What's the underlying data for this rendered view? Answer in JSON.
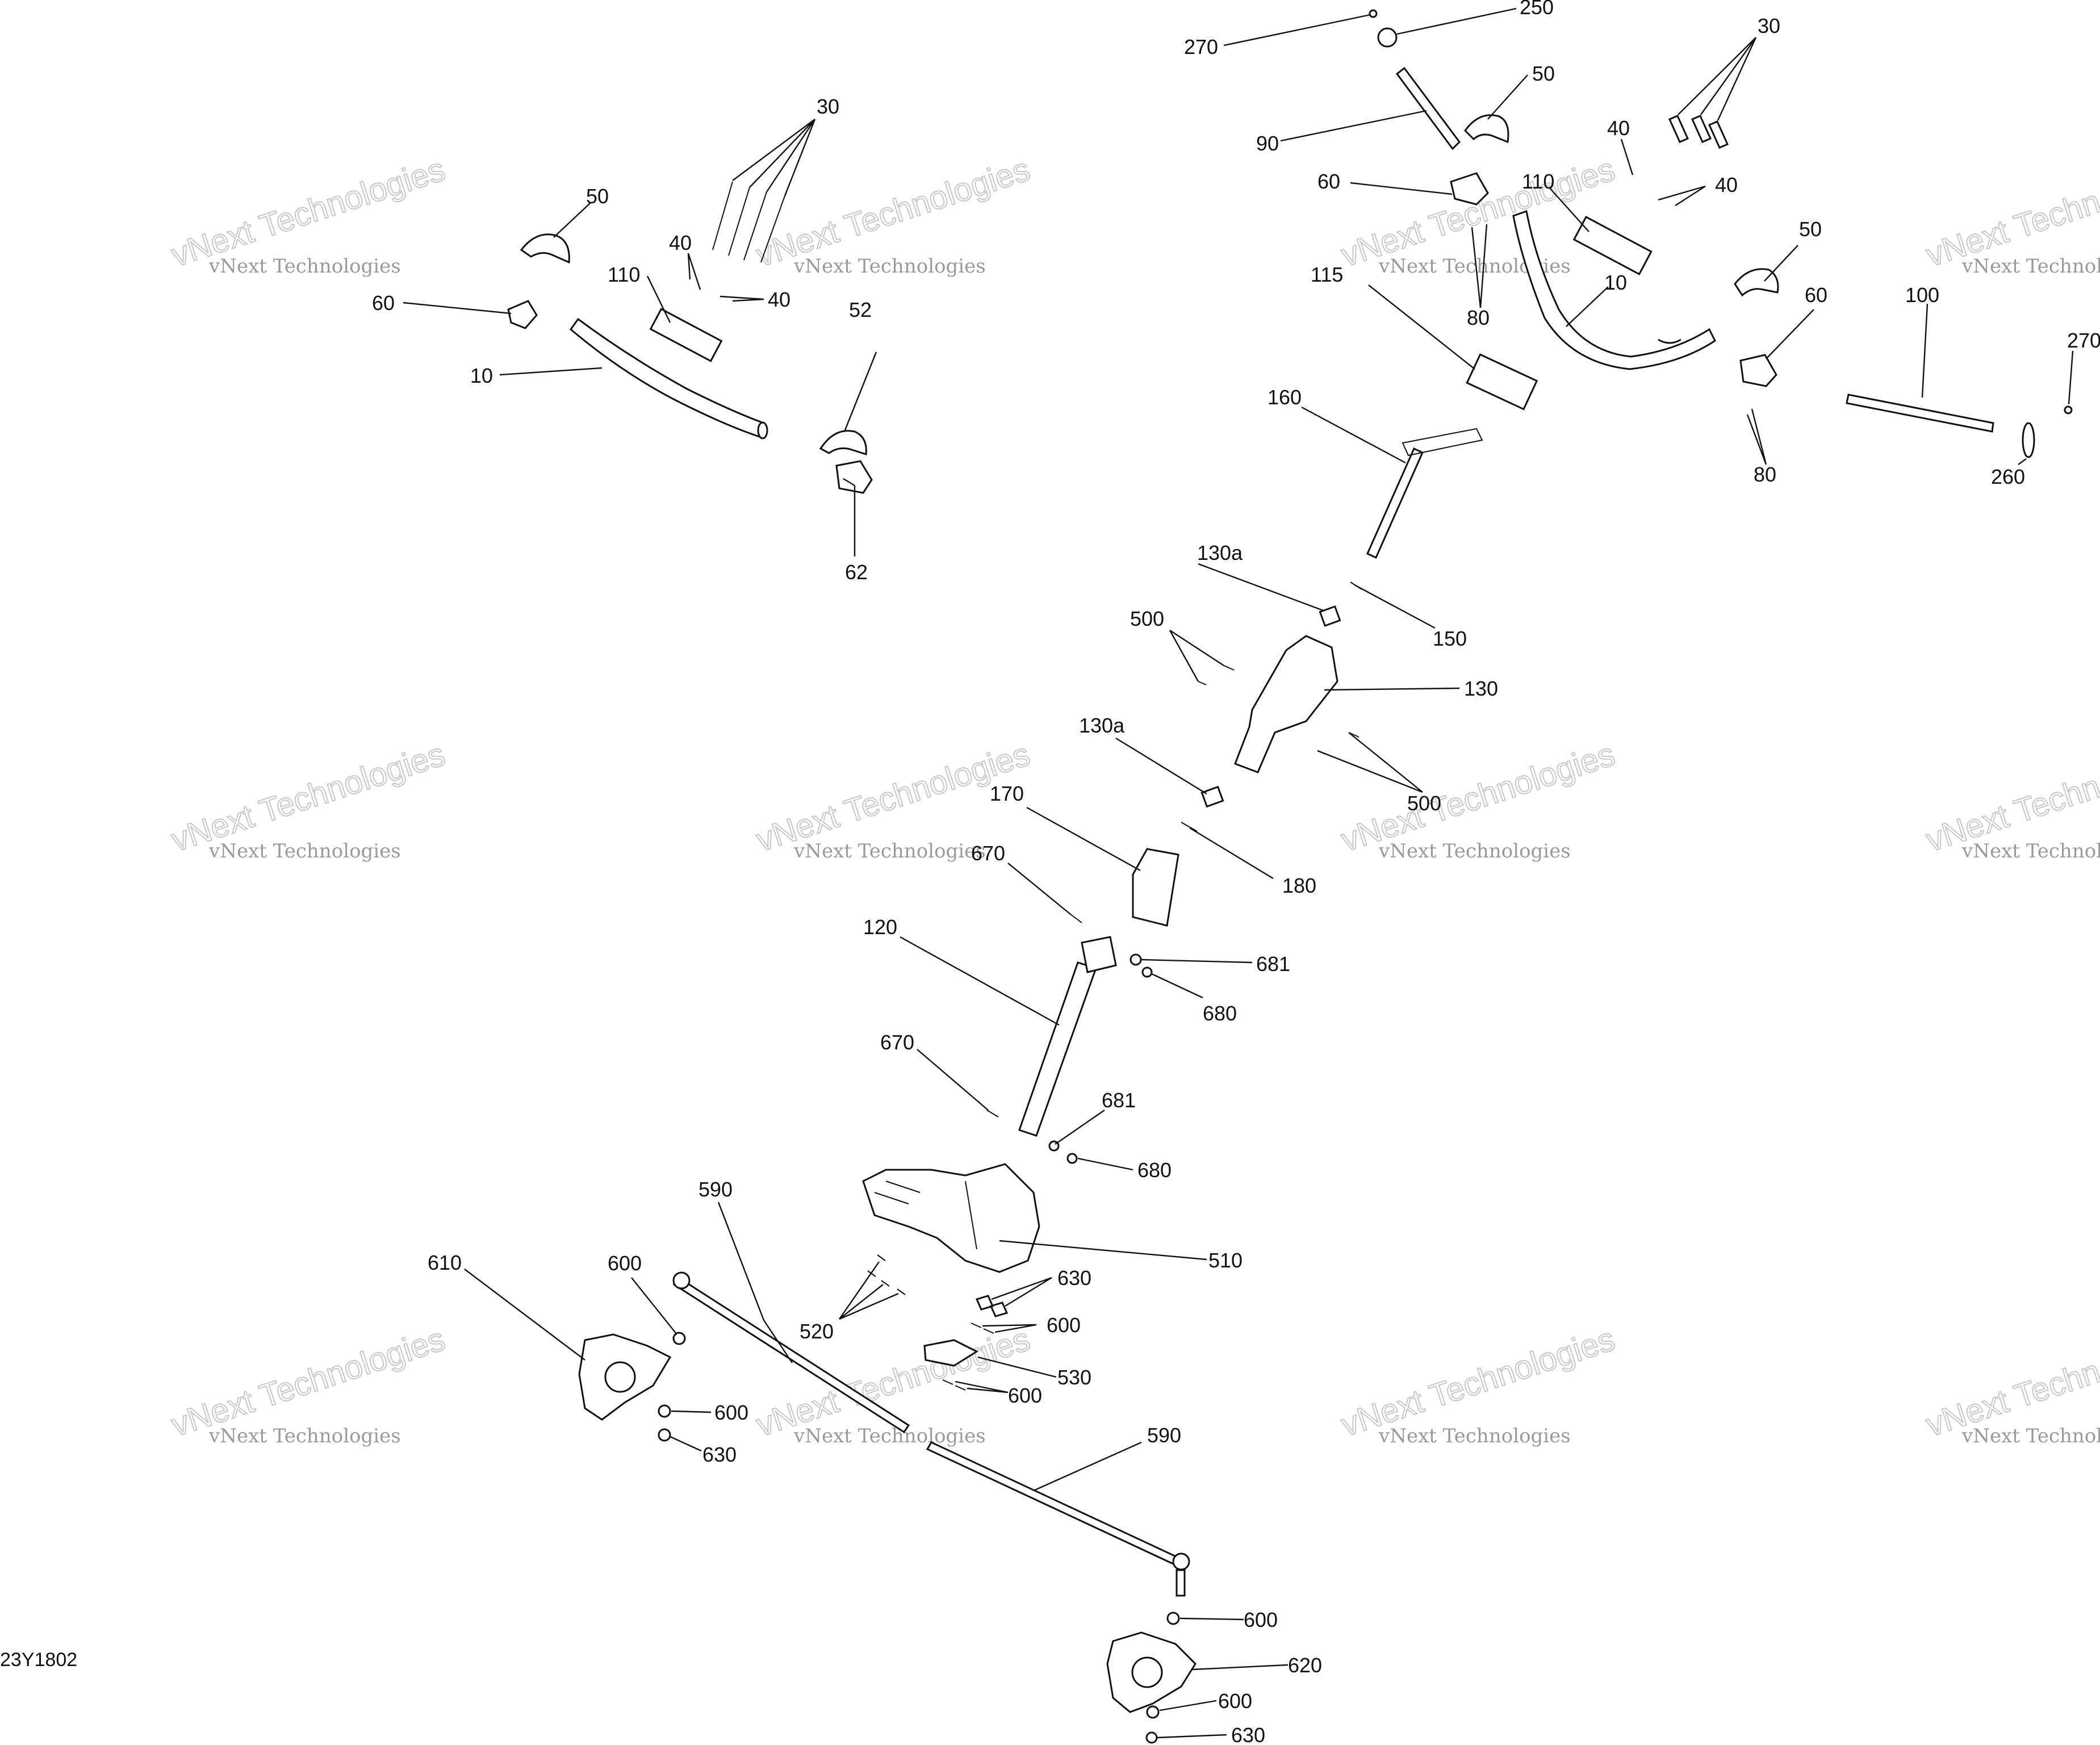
{
  "diagram_code": "23Y1802",
  "watermark": {
    "line1": "vNext Technologies",
    "line2": "vNext Technologies"
  },
  "callouts": [
    "10",
    "30",
    "40",
    "40",
    "50",
    "52",
    "60",
    "62",
    "110",
    "250",
    "270",
    "90",
    "50",
    "30",
    "40",
    "40",
    "60",
    "110",
    "80",
    "10",
    "115",
    "50",
    "60",
    "100",
    "270",
    "80",
    "260",
    "160",
    "130a",
    "150",
    "500",
    "130",
    "500",
    "130a",
    "170",
    "180",
    "670",
    "120",
    "681",
    "680",
    "670",
    "681",
    "680",
    "590",
    "510",
    "520",
    "630",
    "600",
    "530",
    "600",
    "610",
    "600",
    "600",
    "630",
    "590",
    "600",
    "620",
    "600",
    "630"
  ]
}
